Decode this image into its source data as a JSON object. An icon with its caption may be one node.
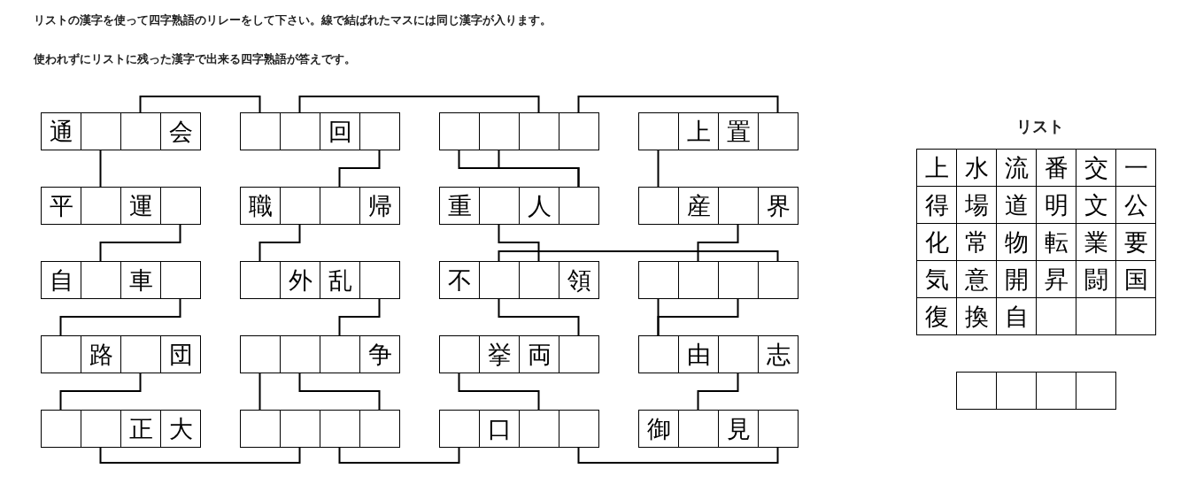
{
  "diagram": {
    "nodes": [
      {
        "text": [
          "通"
        ]
      },
      {
        "text": [],
        "shape": "box"
      },
      {
        "text": [],
        "shape": "box"
      },
      {
        "text": [
          "会"
        ]
      },
      {
        "text": [],
        "shape": "box"
      },
      {
        "text": [],
        "shape": "box"
      },
      {
        "text": [
          "回"
        ]
      },
      {
        "text": [],
        "shape": "box"
      },
      {
        "text": [],
        "shape": "box"
      },
      {
        "text": [],
        "shape": "box"
      },
      {
        "text": [],
        "shape": "box"
      },
      {
        "text": [],
        "shape": "box"
      },
      {
        "text": [],
        "shape": "box"
      },
      {
        "text": [
          "上"
        ]
      },
      {
        "text": [
          "置"
        ]
      },
      {
        "text": [],
        "shape": "box"
      },
      {
        "text": [
          "平"
        ]
      },
      {
        "text": [],
        "shape": "box"
      },
      {
        "text": [
          "運"
        ]
      },
      {
        "text": [],
        "shape": "box"
      },
      {
        "text": [
          "職"
        ]
      },
      {
        "text": [],
        "shape": "box"
      },
      {
        "text": [],
        "shape": "box"
      },
      {
        "text": [
          "帰"
        ]
      },
      {
        "text": [
          "重"
        ]
      },
      {
        "text": [],
        "shape": "box"
      },
      {
        "text": [
          "人"
        ]
      },
      {
        "text": [],
        "shape": "box"
      },
      {
        "text": [],
        "shape": "box"
      },
      {
        "text": [
          "産"
        ]
      },
      {
        "text": [],
        "shape": "box"
      },
      {
        "text": [
          "界"
        ]
      },
      {
        "text": [
          "自"
        ]
      },
      {
        "text": [],
        "shape": "box"
      },
      {
        "text": [
          "車"
        ]
      },
      {
        "text": [],
        "shape": "box"
      },
      {
        "text": [],
        "shape": "box"
      },
      {
        "text": [
          "外"
        ]
      },
      {
        "text": [
          "乱"
        ]
      },
      {
        "text": [],
        "shape": "box"
      },
      {
        "text": [
          "不"
        ]
      },
      {
        "text": [],
        "shape": "box"
      },
      {
        "text": [],
        "shape": "box"
      },
      {
        "text": [
          "領"
        ]
      },
      {
        "text": [],
        "shape": "box"
      },
      {
        "text": [],
        "shape": "box"
      },
      {
        "text": [],
        "shape": "box"
      },
      {
        "text": [],
        "shape": "box"
      },
      {
        "text": [],
        "shape": "box"
      },
      {
        "text": [
          "路"
        ]
      },
      {
        "text": [],
        "shape": "box"
      },
      {
        "text": [
          "団"
        ]
      },
      {
        "text": [],
        "shape": "box"
      },
      {
        "text": [],
        "shape": "box"
      },
      {
        "text": [],
        "shape": "box"
      },
      {
        "text": [
          "争"
        ]
      },
      {
        "text": [],
        "shape": "box"
      },
      {
        "text": [
          "挙"
        ]
      },
      {
        "text": [
          "両"
        ]
      },
      {
        "text": [],
        "shape": "box"
      },
      {
        "text": [],
        "shape": "box"
      },
      {
        "text": [
          "由"
        ]
      },
      {
        "text": [],
        "shape": "box"
      },
      {
        "text": [
          "志"
        ]
      },
      {
        "text": [],
        "shape": "box"
      },
      {
        "text": [],
        "shape": "box"
      },
      {
        "text": [
          "正"
        ]
      },
      {
        "text": [
          "大"
        ]
      },
      {
        "text": [],
        "shape": "box"
      },
      {
        "text": [],
        "shape": "box"
      },
      {
        "text": [],
        "shape": "box"
      },
      {
        "text": [],
        "shape": "box"
      },
      {
        "text": [],
        "shape": "box"
      },
      {
        "text": [
          "口"
        ]
      },
      {
        "text": [],
        "shape": "box"
      },
      {
        "text": [],
        "shape": "box"
      },
      {
        "text": [
          "御"
        ]
      },
      {
        "text": [],
        "shape": "box"
      },
      {
        "text": [
          "見"
        ]
      },
      {
        "text": [],
        "shape": "box"
      },
      {
        "text": [],
        "shape": "box"
      },
      {
        "text": [],
        "shape": "box"
      },
      {
        "text": [],
        "shape": "box"
      },
      {
        "text": [],
        "shape": "box"
      },
      {
        "text": [
          "上"
        ]
      },
      {
        "text": [
          "水"
        ]
      },
      {
        "text": [
          "流"
        ]
      },
      {
        "text": [
          "番"
        ]
      },
      {
        "text": [
          "交"
        ]
      },
      {
        "text": [
          "一"
        ]
      },
      {
        "text": [
          "得"
        ]
      },
      {
        "text": [
          "場"
        ]
      },
      {
        "text": [
          "道"
        ]
      },
      {
        "text": [
          "明"
        ]
      },
      {
        "text": [
          "文"
        ]
      },
      {
        "text": [
          "公"
        ]
      },
      {
        "text": [
          "化"
        ]
      },
      {
        "text": [
          "常"
        ]
      },
      {
        "text": [
          "物"
        ]
      },
      {
        "text": [
          "転"
        ]
      },
      {
        "text": [
          "業"
        ]
      },
      {
        "text": [
          "要"
        ]
      },
      {
        "text": [
          "気"
        ]
      },
      {
        "text": [
          "意"
        ]
      },
      {
        "text": [
          "開"
        ]
      },
      {
        "text": [
          "昇"
        ]
      },
      {
        "text": [
          "闘"
        ]
      },
      {
        "text": [
          "国"
        ]
      },
      {
        "text": [
          "復"
        ]
      },
      {
        "text": [
          "換"
        ]
      },
      {
        "text": [
          "自"
        ]
      },
      {
        "text": [],
        "shape": "box"
      },
      {
        "text": [],
        "shape": "box"
      },
      {
        "text": [],
        "shape": "box"
      }
    ],
    "edges": [
      {
        "from": 2,
        "to": 4,
        "arrow": "none"
      },
      {
        "from": 5,
        "to": 10,
        "arrow": "none"
      },
      {
        "from": 11,
        "to": 15,
        "arrow": "none"
      },
      {
        "from": 1,
        "to": 17,
        "arrow": "none"
      },
      {
        "from": 7,
        "to": 22,
        "arrow": "none"
      },
      {
        "from": 8,
        "to": 27,
        "arrow": "none"
      },
      {
        "from": 9,
        "to": 27,
        "arrow": "none"
      },
      {
        "from": 12,
        "to": 28,
        "arrow": "none"
      },
      {
        "from": 19,
        "to": 33,
        "arrow": "none"
      },
      {
        "from": 21,
        "to": 36,
        "arrow": "none"
      },
      {
        "from": 25,
        "to": 42,
        "arrow": "none"
      },
      {
        "from": 30,
        "to": 45,
        "arrow": "none"
      },
      {
        "from": 41,
        "to": 47,
        "arrow": "none"
      },
      {
        "from": 35,
        "to": 48,
        "arrow": "none"
      },
      {
        "from": 39,
        "to": 54,
        "arrow": "none"
      },
      {
        "from": 41,
        "to": 59,
        "arrow": "none"
      },
      {
        "from": 44,
        "to": 60,
        "arrow": "none"
      },
      {
        "from": 46,
        "to": 60,
        "arrow": "none"
      },
      {
        "from": 50,
        "to": 64,
        "arrow": "none"
      },
      {
        "from": 52,
        "to": 68,
        "arrow": "none"
      },
      {
        "from": 53,
        "to": 71,
        "arrow": "none"
      },
      {
        "from": 56,
        "to": 74,
        "arrow": "none"
      },
      {
        "from": 62,
        "to": 77,
        "arrow": "none"
      },
      {
        "from": 65,
        "to": 69,
        "arrow": "none"
      },
      {
        "from": 70,
        "to": 72,
        "arrow": "none"
      },
      {
        "from": 75,
        "to": 79,
        "arrow": "none"
      }
    ],
    "labels": [
      "リストの漢字を使って四字熟語のリレーをして下さい。線で結ばれたマスには同じ漢字が入ります。",
      "使われずにリストに残った漢字で出来る四字熟語が答えです。",
      "リスト"
    ]
  }
}
